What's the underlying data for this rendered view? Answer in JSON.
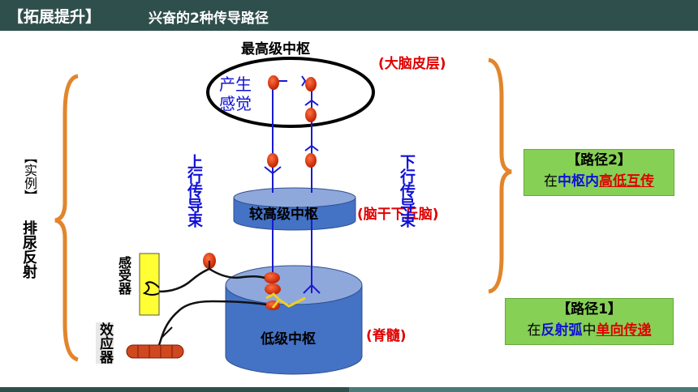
{
  "header": {
    "tag": "【拓展提升】",
    "title": "兴奋的2种传导路径"
  },
  "diagram": {
    "highest_center": "最高级中枢",
    "highest_note": "(大脑皮层)",
    "sensation_line1": "产生",
    "sensation_line2": "感觉",
    "higher_center": "较高级中枢",
    "higher_note": "(脑干下丘脑)",
    "lower_center": "低级中枢",
    "lower_note": "(脊髓)",
    "ascending": "上行传导束",
    "descending": "下行传导束",
    "receptor": "感受器",
    "effector": "效应器",
    "example_tag": "【实例】",
    "example_name": "排尿反射"
  },
  "path2": {
    "title": "【路径2】",
    "p1": "在",
    "p2": "中枢内",
    "p3": "高低互传"
  },
  "path1": {
    "title": "【路径1】",
    "p1": "在",
    "p2": "反射弧",
    "p3": "中",
    "p4": "单向传递"
  },
  "colors": {
    "header": "#2f4f4d",
    "cylinder": "#4472c4",
    "brace": "#e2852b",
    "neuron": "#e03000",
    "green_box": "#86d056"
  }
}
